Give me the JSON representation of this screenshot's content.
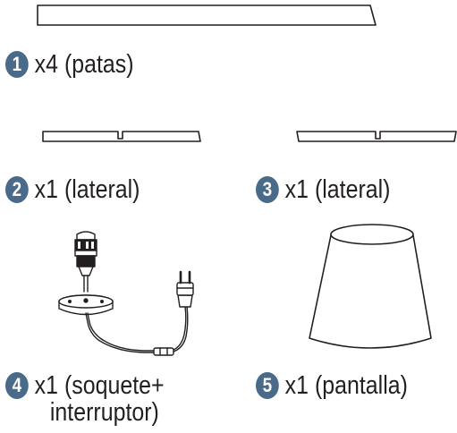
{
  "colors": {
    "badge": "#4a6a8a",
    "line": "#231f20"
  },
  "parts": [
    {
      "number": "1",
      "text": "x4 (patas)"
    },
    {
      "number": "2",
      "text": "x1 (lateral)"
    },
    {
      "number": "3",
      "text": "x1 (lateral)"
    },
    {
      "number": "4",
      "text": "x1 (soquete+",
      "text2": "interruptor)"
    },
    {
      "number": "5",
      "text": "x1 (pantalla)"
    }
  ]
}
